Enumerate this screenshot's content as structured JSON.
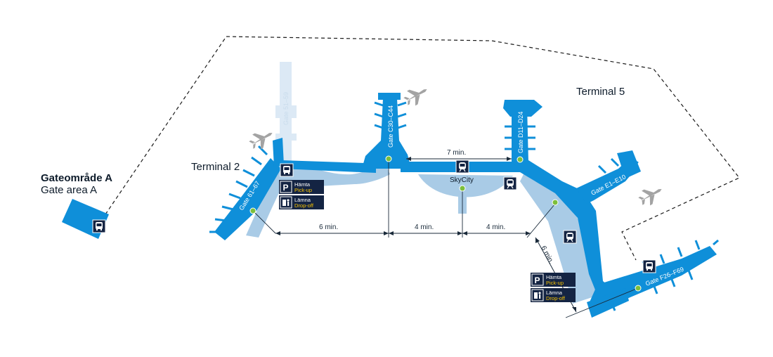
{
  "terminals": {
    "t2": "Terminal 2",
    "t5": "Terminal 5"
  },
  "gate_area_a": {
    "title": "Gateområde A",
    "subtitle": "Gate area A"
  },
  "piers": {
    "gate_51_59": "Gate 51–59",
    "gate_61_67": "Gate 61–67",
    "gate_c30_c44": "Gate C30–C44",
    "gate_d11_d24": "Gate D11–D24",
    "gate_e1_e10": "Gate E1–E10",
    "gate_f26_f69": "Gate F26–F69"
  },
  "skycity": "SkyCity",
  "walk_times": {
    "t2_to_c": "6 min.",
    "c_to_skycity": "4 min.",
    "skycity_to_t5": "4 min.",
    "c_to_d": "7 min.",
    "t5_to_f": "6 min."
  },
  "parking": {
    "pickup_sv": "Hämta",
    "pickup_en": "Pick-up",
    "dropoff_sv": "Lämna",
    "dropoff_en": "Drop-off",
    "p_glyph": "P"
  },
  "icons": {
    "airplane": "airplane-icon",
    "bus": "bus-icon",
    "train": "train-icon",
    "parking": "parking-icon",
    "dropoff": "dropoff-icon"
  },
  "colors": {
    "terminal_blue": "#0f8fd9",
    "light_blue": "#a9cbe6",
    "faded_blue": "#dce9f5",
    "navy": "#142443",
    "gate_dot": "#7cbf3c",
    "airplane": "#a3a3a3"
  }
}
